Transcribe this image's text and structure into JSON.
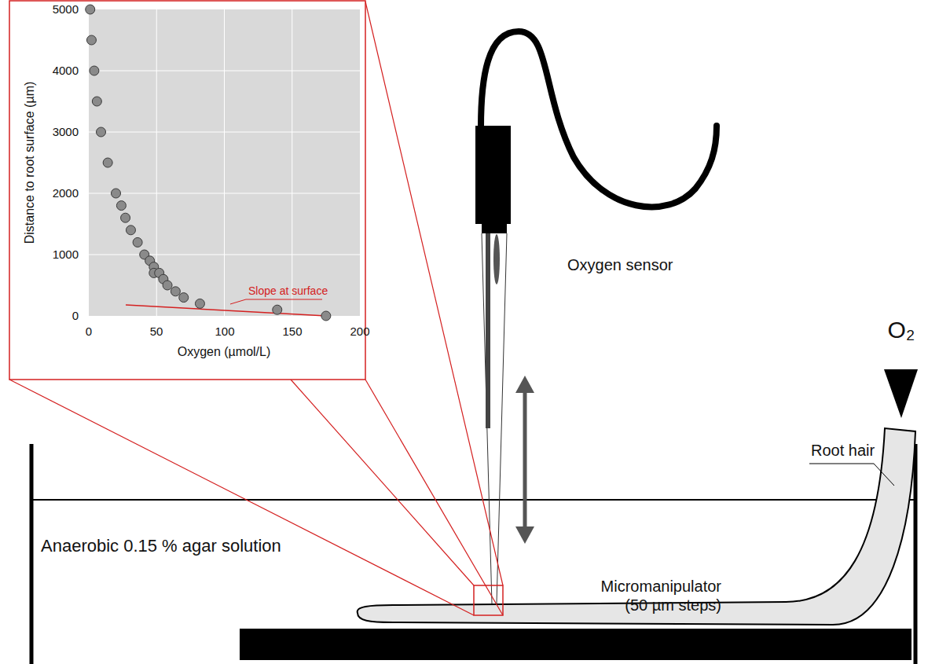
{
  "diagram": {
    "labels": [
      "Distance to root surface (µm)",
      "5000",
      "4000",
      "3000",
      "2000",
      "1000",
      "0",
      "0",
      "50",
      "100",
      "150",
      "200",
      "Oxygen (µmol/L)",
      "Slope at surface",
      "Oxygen sensor",
      "Micromanipulator (50 µm steps)",
      "Anaerobic 0.15 % agar solution",
      "Root hair",
      "O₂"
    ]
  }
}
